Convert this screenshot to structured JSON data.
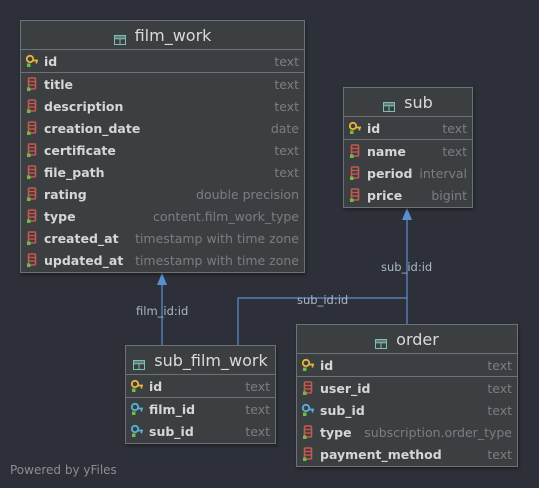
{
  "footer": {
    "text": "Powered by yFiles"
  },
  "colors": {
    "background": "#2d3039",
    "table_bg": "#3c3f41",
    "border": "#6e7276",
    "edge": "#5a8fd0",
    "key_icon": "#e9b43a",
    "column_icon": "#c9574f",
    "fk_icon": "#56b0d8"
  },
  "tables": {
    "film_work": {
      "title": "film_work",
      "pk": {
        "name": "id",
        "type": "text",
        "icon": "primary-key-icon"
      },
      "columns": [
        {
          "name": "title",
          "type": "text",
          "icon": "column-icon"
        },
        {
          "name": "description",
          "type": "text",
          "icon": "column-icon"
        },
        {
          "name": "creation_date",
          "type": "date",
          "icon": "column-icon"
        },
        {
          "name": "certificate",
          "type": "text",
          "icon": "column-icon"
        },
        {
          "name": "file_path",
          "type": "text",
          "icon": "column-icon"
        },
        {
          "name": "rating",
          "type": "double precision",
          "icon": "column-icon"
        },
        {
          "name": "type",
          "type": "content.film_work_type",
          "icon": "column-icon"
        },
        {
          "name": "created_at",
          "type": "timestamp with time zone",
          "icon": "column-icon"
        },
        {
          "name": "updated_at",
          "type": "timestamp with time zone",
          "icon": "column-icon"
        }
      ]
    },
    "sub": {
      "title": "sub",
      "pk": {
        "name": "id",
        "type": "text",
        "icon": "primary-key-icon"
      },
      "columns": [
        {
          "name": "name",
          "type": "text",
          "icon": "column-icon"
        },
        {
          "name": "period",
          "type": "interval",
          "icon": "column-icon"
        },
        {
          "name": "price",
          "type": "bigint",
          "icon": "column-icon"
        }
      ]
    },
    "sub_film_work": {
      "title": "sub_film_work",
      "pk": {
        "name": "id",
        "type": "text",
        "icon": "primary-key-icon"
      },
      "columns": [
        {
          "name": "film_id",
          "type": "text",
          "icon": "foreign-key-icon"
        },
        {
          "name": "sub_id",
          "type": "text",
          "icon": "foreign-key-icon"
        }
      ]
    },
    "order": {
      "title": "order",
      "pk": {
        "name": "id",
        "type": "text",
        "icon": "primary-key-icon"
      },
      "columns": [
        {
          "name": "user_id",
          "type": "text",
          "icon": "column-icon"
        },
        {
          "name": "sub_id",
          "type": "text",
          "icon": "foreign-key-icon"
        },
        {
          "name": "type",
          "type": "subscription.order_type",
          "icon": "column-icon"
        },
        {
          "name": "payment_method",
          "type": "text",
          "icon": "column-icon"
        }
      ]
    }
  },
  "relations": [
    {
      "label": "film_id:id",
      "from": "sub_film_work",
      "to": "film_work"
    },
    {
      "label": "sub_id:id",
      "from": "sub_film_work",
      "to": "sub"
    },
    {
      "label": "sub_id:id",
      "from": "order",
      "to": "sub"
    }
  ]
}
